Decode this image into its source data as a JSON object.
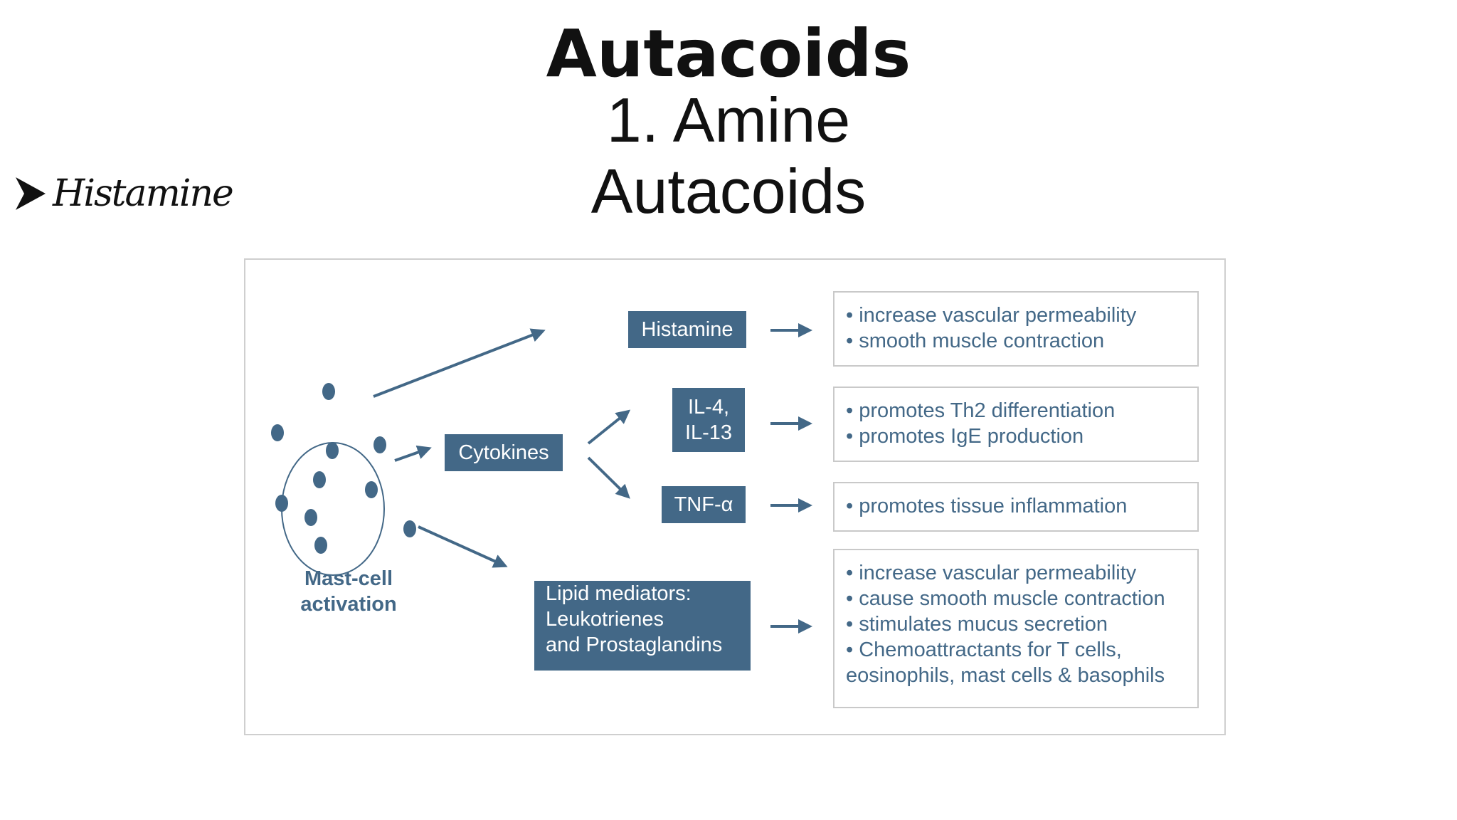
{
  "title": {
    "line1": "Autacoids",
    "line2": "1. Amine",
    "line3": "Autacoids"
  },
  "bullet": {
    "text": "Histamine"
  },
  "diagram": {
    "colors": {
      "accent": "#436887",
      "border": "#c9c9c9"
    },
    "mast_cell": {
      "label_line1": "Mast-cell",
      "label_line2": "activation"
    },
    "mediators": {
      "histamine": "Histamine",
      "cytokines": "Cytokines",
      "il_line1": "IL-4,",
      "il_line2": "IL-13",
      "tnf": "TNF-α",
      "lipid_line1": "Lipid mediators:",
      "lipid_line2": "Leukotrienes",
      "lipid_line3": "and Prostaglandins"
    },
    "effects": {
      "histamine": [
        "• increase vascular permeability",
        "• smooth muscle contraction"
      ],
      "il": [
        "• promotes Th2 differentiation",
        "• promotes IgE production"
      ],
      "tnf": [
        "• promotes tissue inflammation"
      ],
      "lipid": [
        "• increase vascular permeability",
        "• cause smooth muscle contraction",
        "• stimulates mucus secretion",
        "• Chemoattractants for T cells,",
        "eosinophils, mast cells & basophils"
      ]
    }
  }
}
